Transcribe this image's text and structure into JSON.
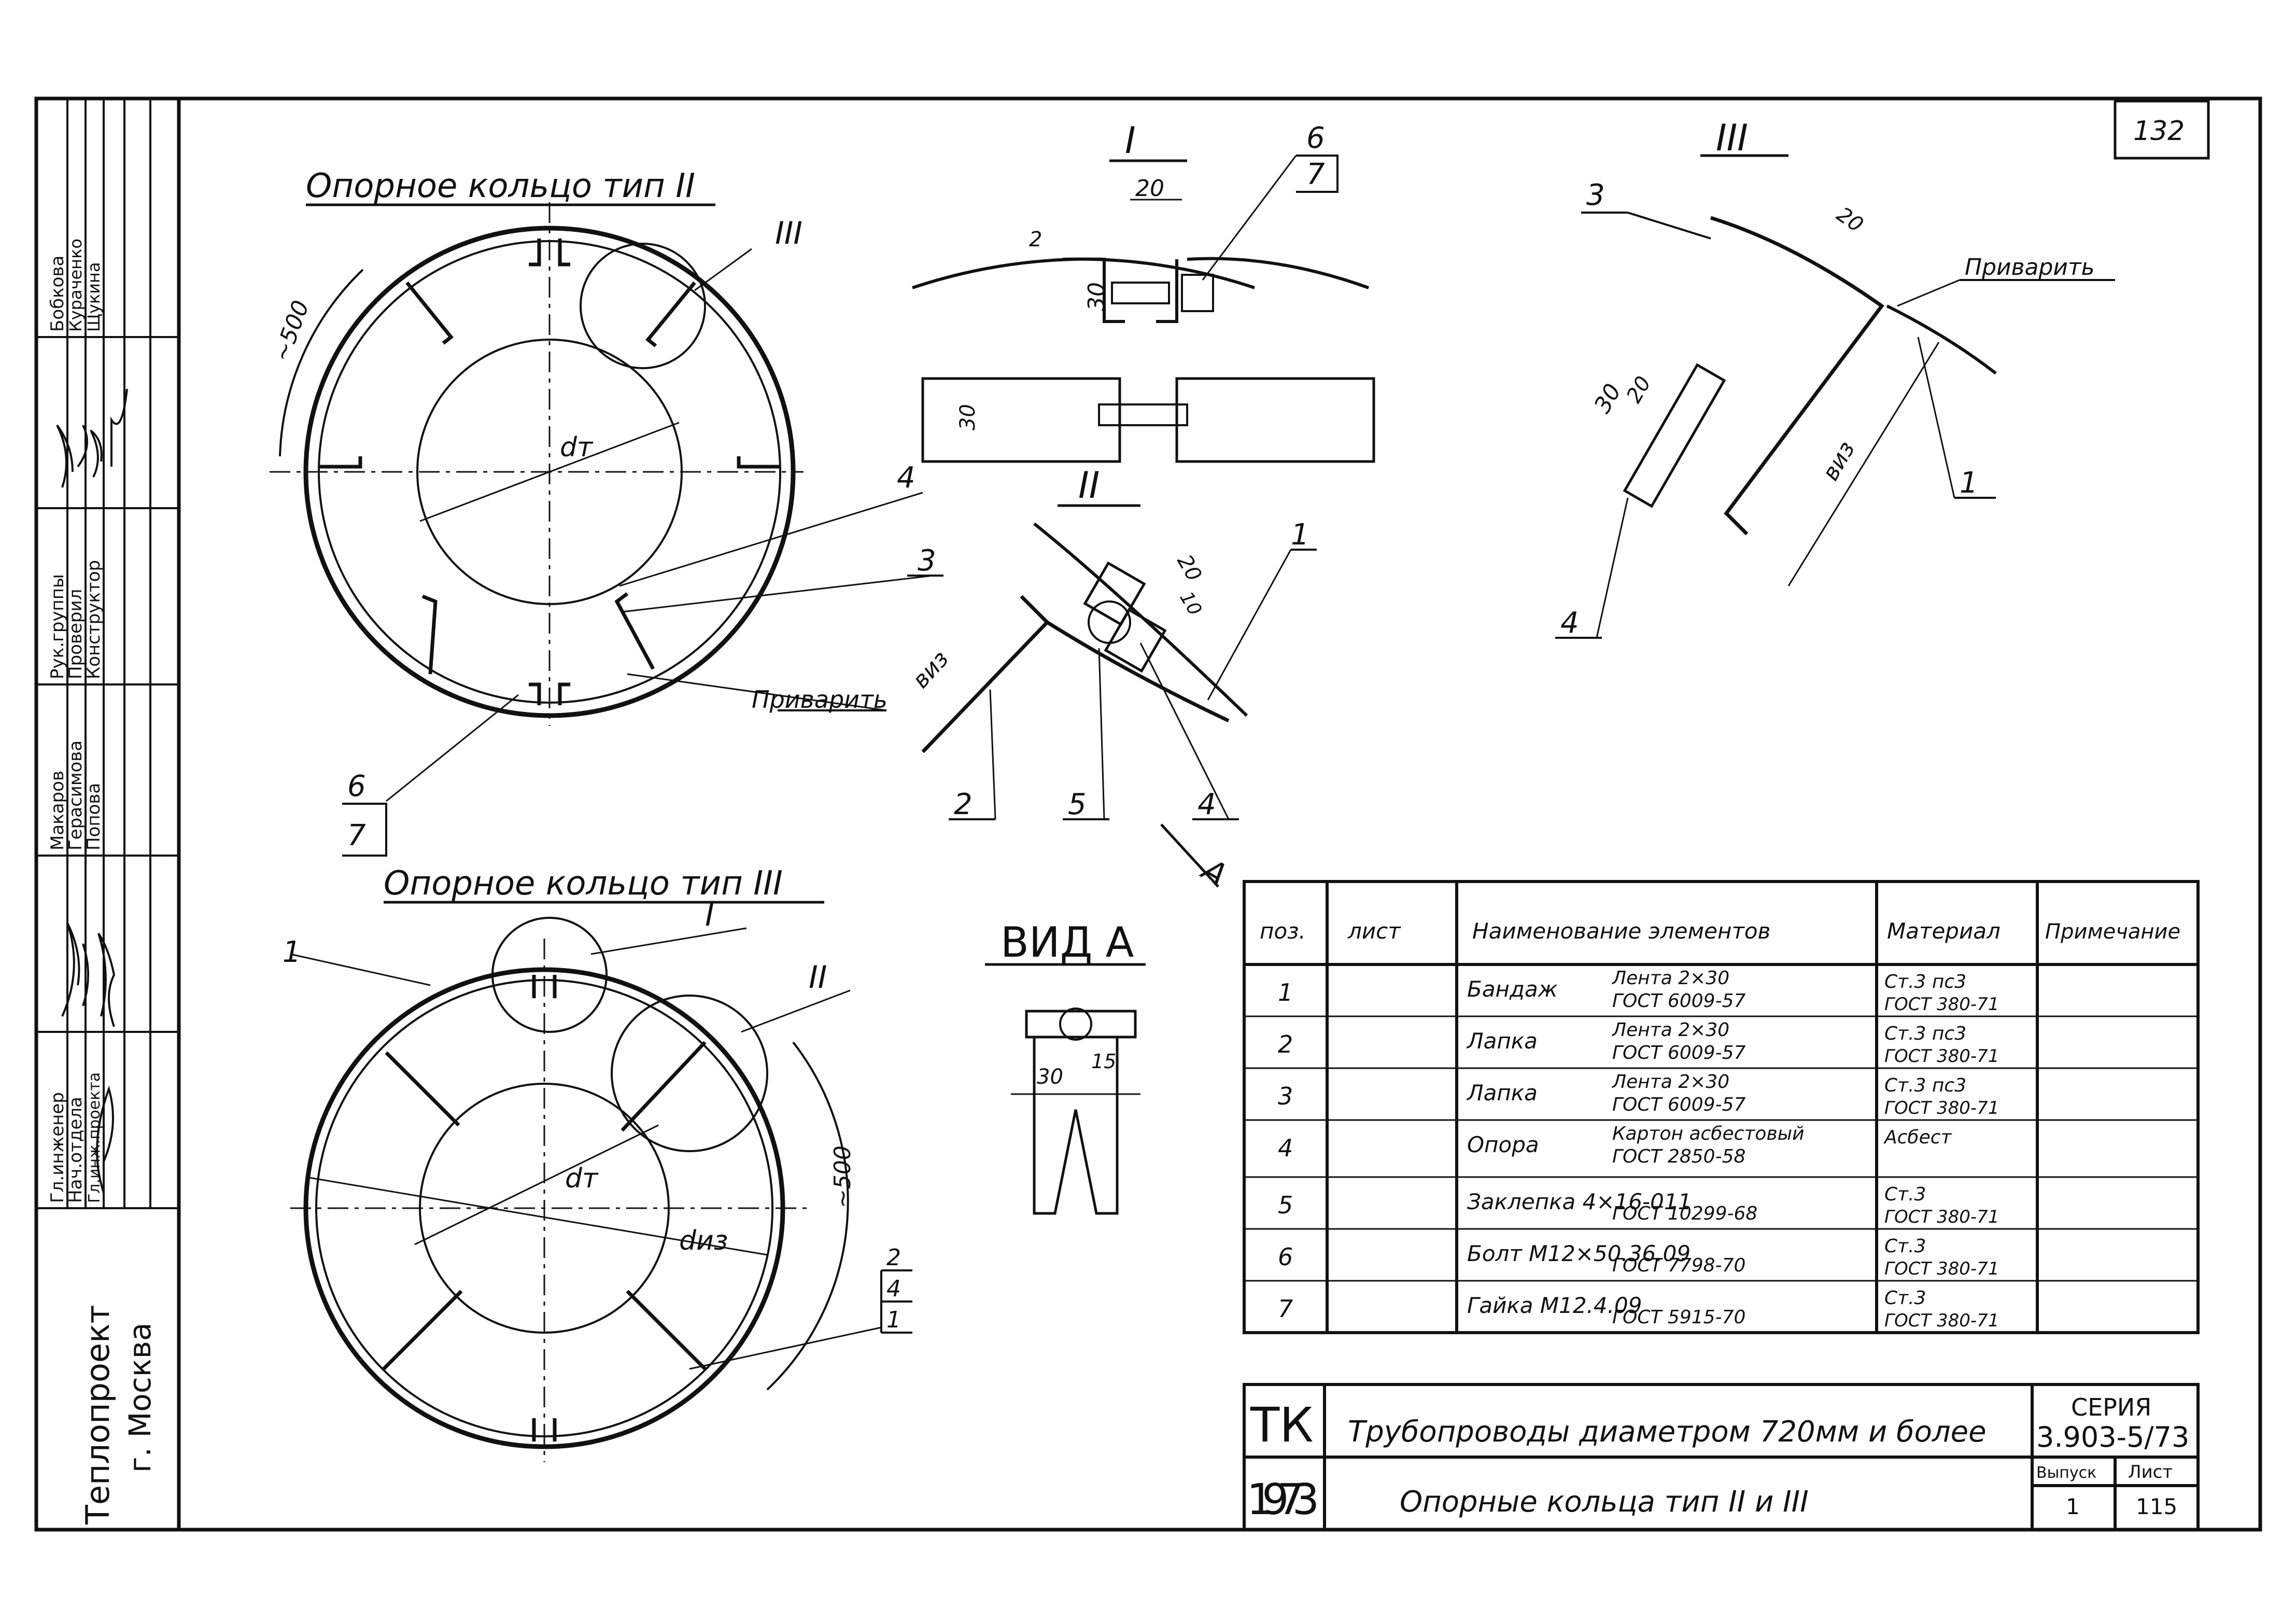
{
  "sheet_number": "132",
  "title_left": {
    "org": "Теплопроект",
    "city": "г. Москва",
    "roles": [
      "Гл.инженер",
      "Нач.отдела",
      "Гл.инж.проекта",
      "Рук.группы",
      "Проверил",
      "Конструктор"
    ],
    "names": [
      "Бобкова",
      "Кураченко",
      "Щукина",
      "Макаров",
      "Герасимова",
      "Попова"
    ]
  },
  "views": {
    "ring2_title": "Опорное кольцо тип II",
    "ring3_title": "Опорное кольцо тип III",
    "view_a_title": "ВИД А",
    "roman_1": "I",
    "roman_2": "II",
    "roman_3": "III",
    "arrow_a": "А"
  },
  "dims": {
    "d_t": "dт",
    "d_iz": "dиз",
    "approx500": "~500",
    "b_iz": "виз",
    "dim20": "20",
    "dim30": "30",
    "dim2": "2",
    "dim10": "10",
    "dim15": "15"
  },
  "labels": {
    "weld": "Приварить",
    "p1": "1",
    "p2": "2",
    "p3": "3",
    "p4": "4",
    "p5": "5",
    "p6": "6",
    "p7": "7"
  },
  "spec_table": {
    "headers": [
      "поз.",
      "лист",
      "Наименование элементов",
      "Материал",
      "Примечание"
    ],
    "rows": [
      {
        "pos": "1",
        "sheet": "",
        "name": "Бандаж",
        "detail1": "Лента 2×30",
        "detail2": "ГОСТ 6009-57",
        "mat1": "Ст.3 пс3",
        "mat2": "ГОСТ 380-71",
        "note": ""
      },
      {
        "pos": "2",
        "sheet": "",
        "name": "Лапка",
        "detail1": "Лента 2×30",
        "detail2": "ГОСТ 6009-57",
        "mat1": "Ст.3 пс3",
        "mat2": "ГОСТ 380-71",
        "note": ""
      },
      {
        "pos": "3",
        "sheet": "",
        "name": "Лапка",
        "detail1": "Лента 2×30",
        "detail2": "ГОСТ 6009-57",
        "mat1": "Ст.3 пс3",
        "mat2": "ГОСТ 380-71",
        "note": ""
      },
      {
        "pos": "4",
        "sheet": "",
        "name": "Опора",
        "detail1": "Картон асбестовый",
        "detail2": "ГОСТ 2850-58",
        "mat1": "Асбест",
        "mat2": "",
        "note": ""
      },
      {
        "pos": "5",
        "sheet": "",
        "name": "Заклепка 4×16-011",
        "detail1": "",
        "detail2": "ГОСТ 10299-68",
        "mat1": "Ст.3",
        "mat2": "ГОСТ 380-71",
        "note": ""
      },
      {
        "pos": "6",
        "sheet": "",
        "name": "Болт М12×50.36.09",
        "detail1": "",
        "detail2": "ГОСТ 7798-70",
        "mat1": "Ст.3",
        "mat2": "ГОСТ 380-71",
        "note": ""
      },
      {
        "pos": "7",
        "sheet": "",
        "name": "Гайка М12.4.09",
        "detail1": "",
        "detail2": "ГОСТ 5915-70",
        "mat1": "Ст.3",
        "mat2": "ГОСТ 380-71",
        "note": ""
      }
    ]
  },
  "title_block": {
    "code_top": "ТК",
    "code_bottom": "1973",
    "line1": "Трубопроводы диаметром 720мм и более",
    "line2": "Опорные кольца тип II и III",
    "series_label": "СЕРИЯ",
    "series_value": "3.903-5/73",
    "issue_label": "Выпуск",
    "issue_value": "1",
    "sheet_label": "Лист",
    "sheet_value": "115"
  }
}
